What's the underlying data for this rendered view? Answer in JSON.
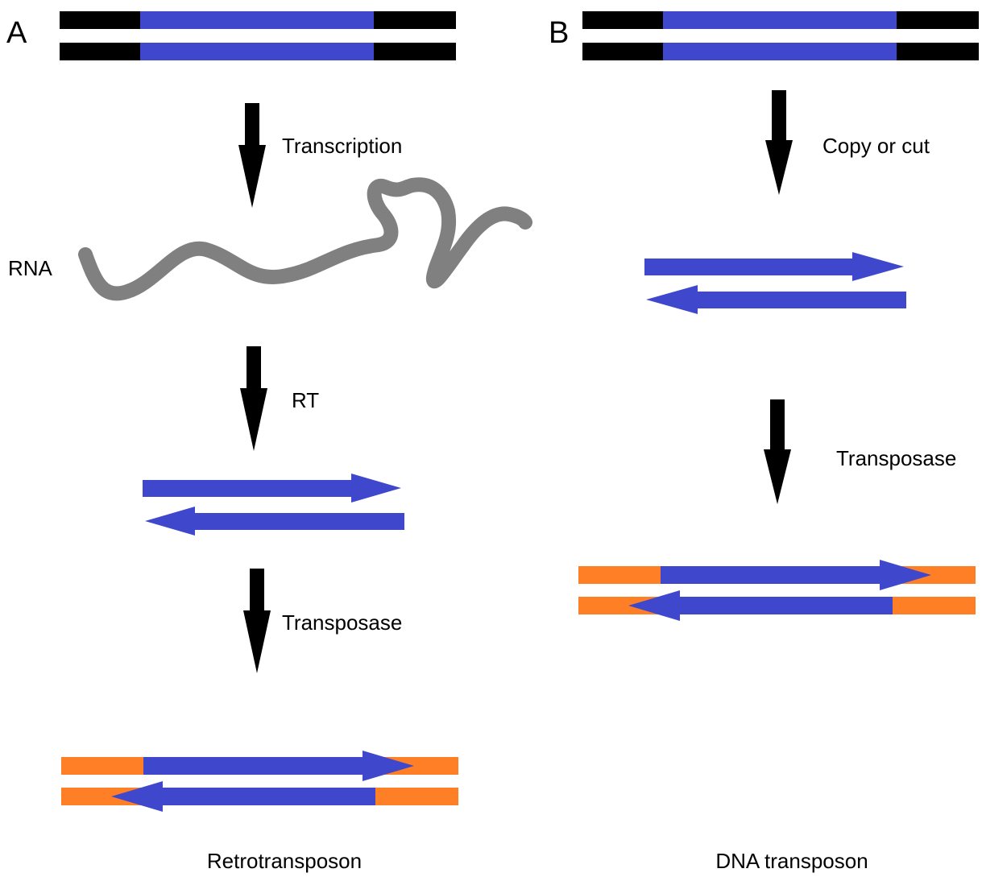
{
  "colors": {
    "flank": "#000000",
    "transposon": "#3f48cc",
    "rna": "#808080",
    "target_flank": "#ff7f27",
    "arrow": "#000000"
  },
  "panel_a": {
    "letter": "A",
    "steps": [
      "Transcription",
      "RT",
      "Transposase"
    ],
    "rna_label": "RNA",
    "caption": "Retrotransposon"
  },
  "panel_b": {
    "letter": "B",
    "steps": [
      "Copy or cut",
      "Transposase"
    ],
    "caption": "DNA transposon"
  }
}
